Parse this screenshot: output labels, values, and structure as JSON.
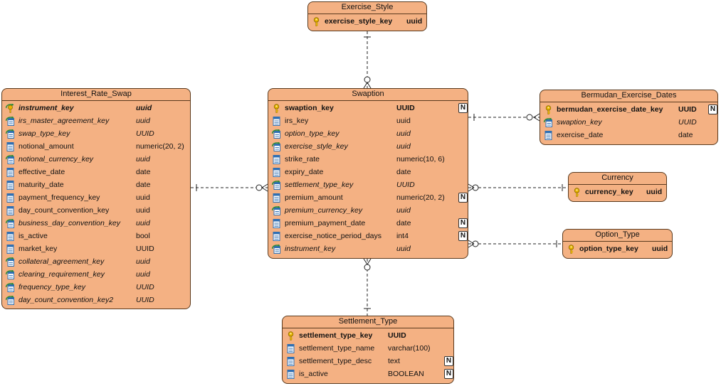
{
  "entities": {
    "exercise_style": {
      "title": "Exercise_Style",
      "columns": [
        {
          "name": "exercise_style_key",
          "type": "uuid",
          "kind": "pk",
          "nullable": false
        }
      ]
    },
    "interest_rate_swap": {
      "title": "Interest_Rate_Swap",
      "columns": [
        {
          "name": "instrument_key",
          "type": "uuid",
          "kind": "pkfk",
          "nullable": false
        },
        {
          "name": "irs_master_agreement_key",
          "type": "uuid",
          "kind": "fk",
          "nullable": false
        },
        {
          "name": "swap_type_key",
          "type": "UUID",
          "kind": "fk",
          "nullable": false
        },
        {
          "name": "notional_amount",
          "type": "numeric(20, 2)",
          "kind": "col",
          "nullable": false
        },
        {
          "name": "notional_currency_key",
          "type": "uuid",
          "kind": "fk",
          "nullable": false
        },
        {
          "name": "effective_date",
          "type": "date",
          "kind": "col",
          "nullable": false
        },
        {
          "name": "maturity_date",
          "type": "date",
          "kind": "col",
          "nullable": false
        },
        {
          "name": "payment_frequency_key",
          "type": "uuid",
          "kind": "col",
          "nullable": false
        },
        {
          "name": "day_count_convention_key",
          "type": "uuid",
          "kind": "col",
          "nullable": false
        },
        {
          "name": "business_day_convention_key",
          "type": "uuid",
          "kind": "fk",
          "nullable": false
        },
        {
          "name": "is_active",
          "type": "bool",
          "kind": "col",
          "nullable": false
        },
        {
          "name": "market_key",
          "type": "UUID",
          "kind": "col",
          "nullable": false
        },
        {
          "name": "collateral_agreement_key",
          "type": "uuid",
          "kind": "fk",
          "nullable": false
        },
        {
          "name": "clearing_requirement_key",
          "type": "uuid",
          "kind": "fk",
          "nullable": false
        },
        {
          "name": "frequency_type_key",
          "type": "UUID",
          "kind": "fk",
          "nullable": false
        },
        {
          "name": "day_count_convention_key2",
          "type": "UUID",
          "kind": "fk",
          "nullable": false
        }
      ]
    },
    "swaption": {
      "title": "Swaption",
      "columns": [
        {
          "name": "swaption_key",
          "type": "UUID",
          "kind": "pk",
          "nullable": true
        },
        {
          "name": "irs_key",
          "type": "uuid",
          "kind": "col",
          "nullable": false
        },
        {
          "name": "option_type_key",
          "type": "uuid",
          "kind": "fk",
          "nullable": false
        },
        {
          "name": "exercise_style_key",
          "type": "uuid",
          "kind": "fk",
          "nullable": false
        },
        {
          "name": "strike_rate",
          "type": "numeric(10, 6)",
          "kind": "col",
          "nullable": false
        },
        {
          "name": "expiry_date",
          "type": "date",
          "kind": "col",
          "nullable": false
        },
        {
          "name": "settlement_type_key",
          "type": "UUID",
          "kind": "fk",
          "nullable": false
        },
        {
          "name": "premium_amount",
          "type": "numeric(20, 2)",
          "kind": "col",
          "nullable": true
        },
        {
          "name": "premium_currency_key",
          "type": "uuid",
          "kind": "fk",
          "nullable": false
        },
        {
          "name": "premium_payment_date",
          "type": "date",
          "kind": "col",
          "nullable": true
        },
        {
          "name": "exercise_notice_period_days",
          "type": "int4",
          "kind": "col",
          "nullable": true
        },
        {
          "name": "instrument_key",
          "type": "uuid",
          "kind": "fk",
          "nullable": false
        }
      ]
    },
    "bermudan_exercise_dates": {
      "title": "Bermudan_Exercise_Dates",
      "columns": [
        {
          "name": "bermudan_exercise_date_key",
          "type": "UUID",
          "kind": "pk",
          "nullable": true
        },
        {
          "name": "swaption_key",
          "type": "UUID",
          "kind": "fk",
          "nullable": false
        },
        {
          "name": "exercise_date",
          "type": "date",
          "kind": "col",
          "nullable": false
        }
      ]
    },
    "currency": {
      "title": "Currency",
      "columns": [
        {
          "name": "currency_key",
          "type": "uuid",
          "kind": "pk",
          "nullable": false
        }
      ]
    },
    "option_type": {
      "title": "Option_Type",
      "columns": [
        {
          "name": "option_type_key",
          "type": "uuid",
          "kind": "pk",
          "nullable": false
        }
      ]
    },
    "settlement_type": {
      "title": "Settlement_Type",
      "columns": [
        {
          "name": "settlement_type_key",
          "type": "UUID",
          "kind": "pk",
          "nullable": false
        },
        {
          "name": "settlement_type_name",
          "type": "varchar(100)",
          "kind": "col",
          "nullable": false
        },
        {
          "name": "settlement_type_desc",
          "type": "text",
          "kind": "col",
          "nullable": true
        },
        {
          "name": "is_active",
          "type": "BOOLEAN",
          "kind": "col",
          "nullable": true
        }
      ]
    }
  },
  "nullable_badge": "N",
  "colors": {
    "entity_fill": "#f4b183",
    "entity_border": "#5a3a1e",
    "key_icon": "#e8b400",
    "column_icon": "#2f6fb3",
    "fk_arrow": "#2e8b3a"
  }
}
